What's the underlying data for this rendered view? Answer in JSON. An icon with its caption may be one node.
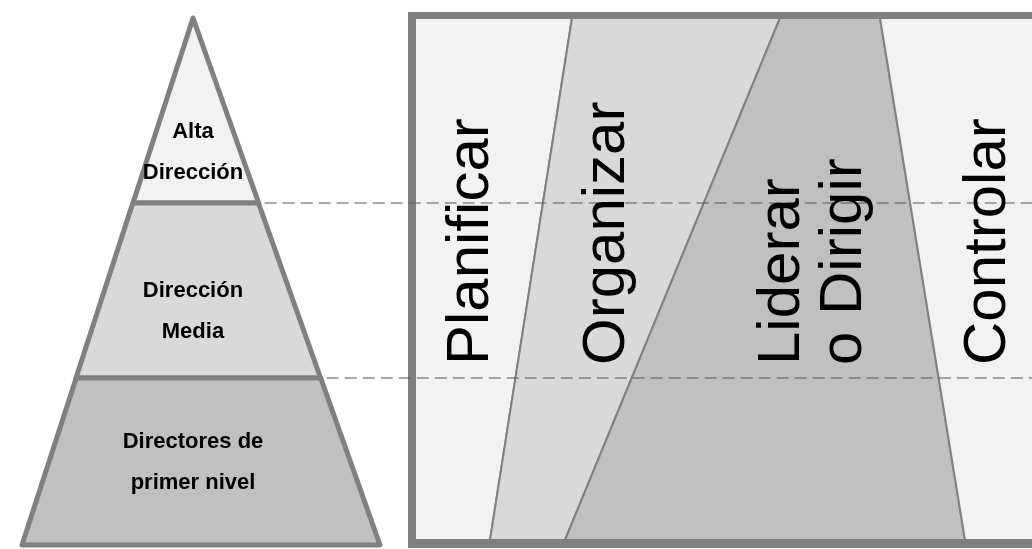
{
  "diagram": {
    "nodes": [
      {
        "text": [
          "Alta Dirección"
        ]
      },
      {
        "text": [
          "Dirección Media"
        ]
      },
      {
        "text": [
          "Directores de primer nivel"
        ]
      },
      {
        "text": [],
        "shape": "box"
      },
      {
        "text": [
          "Planificar"
        ],
        "in": 3
      },
      {
        "text": [
          "Organizar"
        ],
        "in": 3
      },
      {
        "text": [
          "Liderar o Dirigir"
        ],
        "in": 3
      },
      {
        "text": [
          "Controlar"
        ],
        "in": 3
      }
    ]
  }
}
